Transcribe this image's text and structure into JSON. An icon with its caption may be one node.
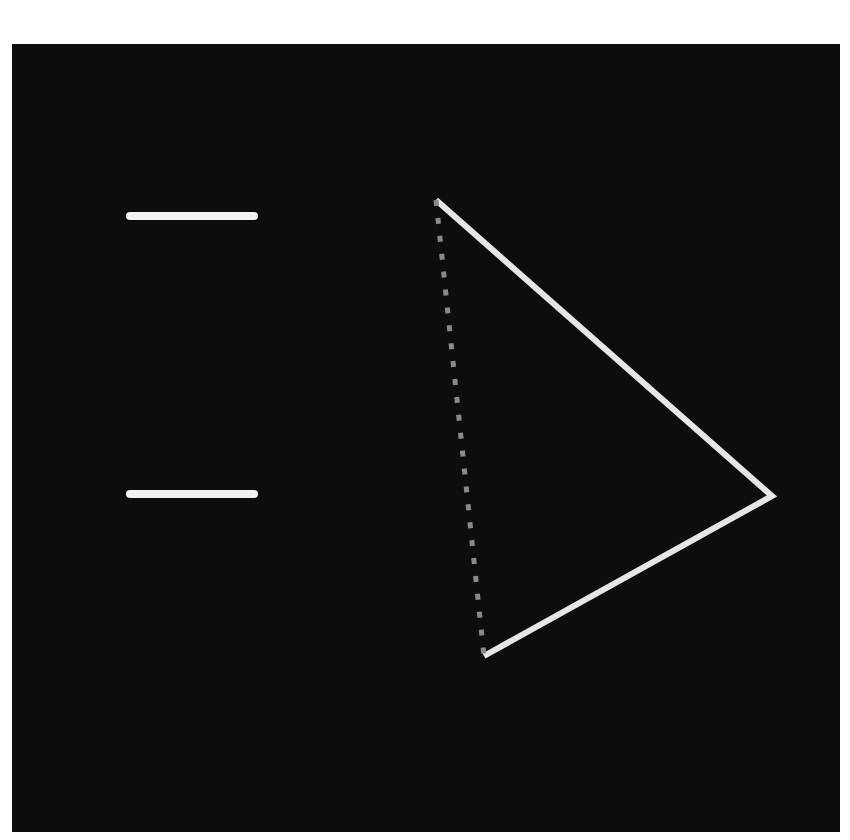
{
  "diagram": {
    "nodes": [
      {
        "text": [],
        "shape": "bar"
      },
      {
        "text": [],
        "shape": "bar"
      },
      {
        "text": [],
        "shape": "triangle"
      }
    ]
  }
}
